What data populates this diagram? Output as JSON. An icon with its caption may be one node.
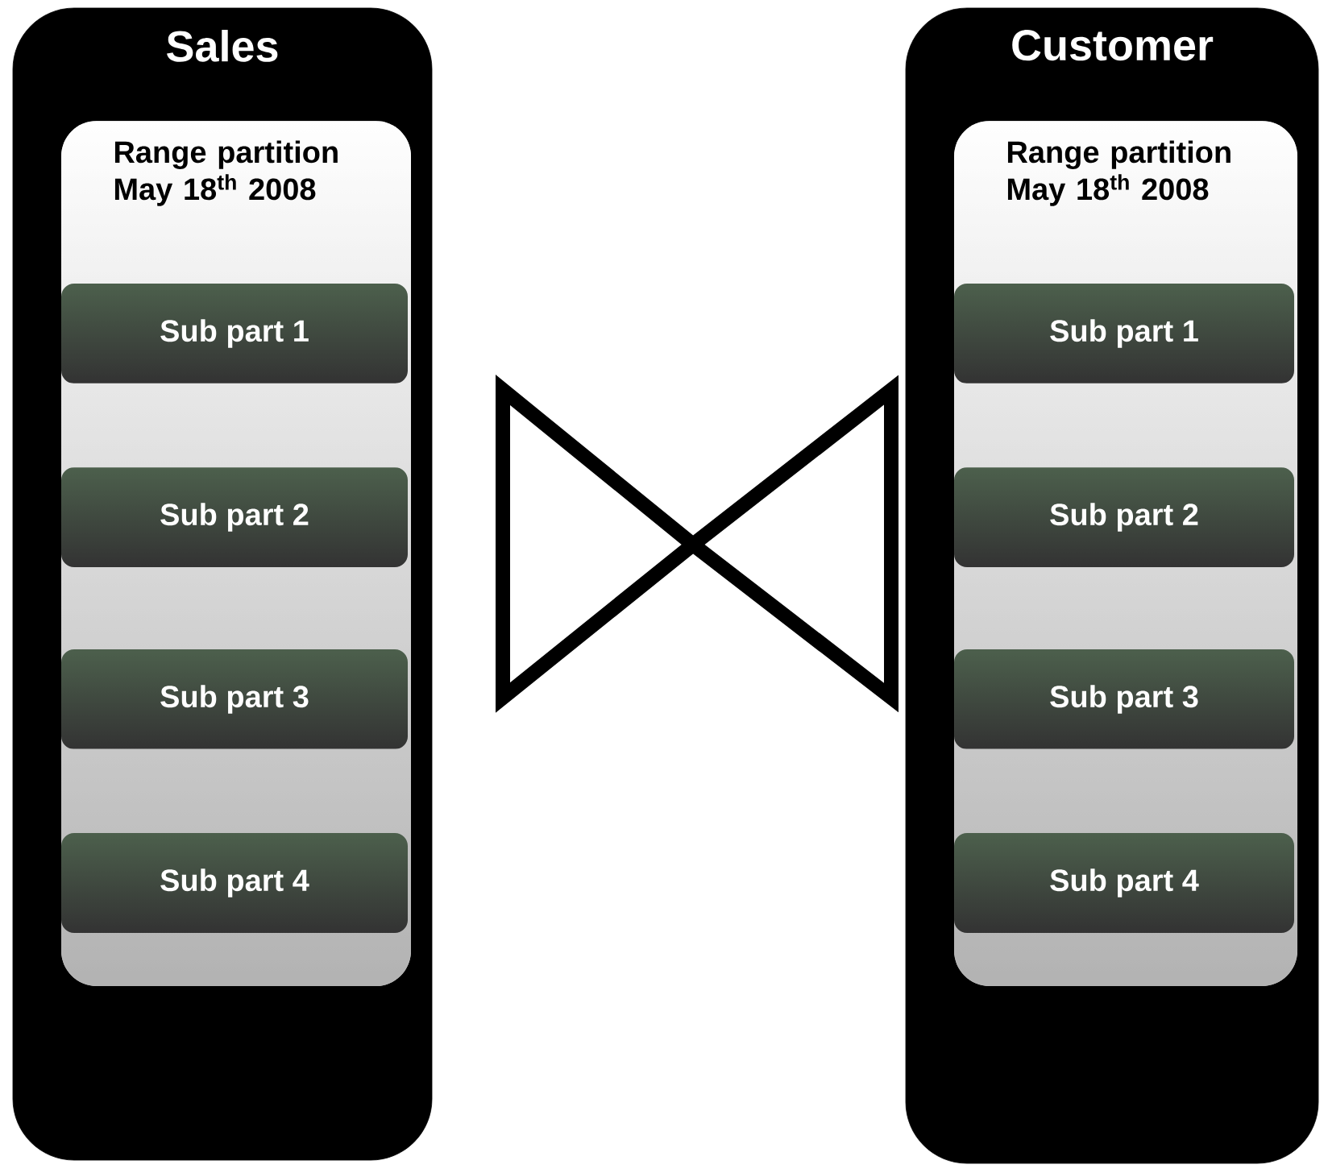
{
  "diagram": {
    "nodes": [
      {
        "text": [
          "Sales"
        ]
      },
      {
        "text": [
          "Range partition May 18$^{th}$ 2008"
        ],
        "in": 0
      },
      {
        "text": [
          "Sub part 1"
        ],
        "in": 1
      },
      {
        "text": [
          "Sub part 2"
        ],
        "in": 1
      },
      {
        "text": [
          "Sub part 3"
        ],
        "in": 1
      },
      {
        "text": [
          "Sub part 4"
        ],
        "in": 1
      },
      {
        "text": [
          "Customer"
        ]
      },
      {
        "text": [
          "Range partition May 18$^{th}$ 2008"
        ],
        "in": 6
      },
      {
        "text": [
          "Sub part 1"
        ],
        "in": 7
      },
      {
        "text": [
          "Sub part 2"
        ],
        "in": 7
      },
      {
        "text": [
          "Sub part 3"
        ],
        "in": 7
      },
      {
        "text": [
          "Sub part 4"
        ],
        "in": 7
      }
    ],
    "edges": []
  }
}
